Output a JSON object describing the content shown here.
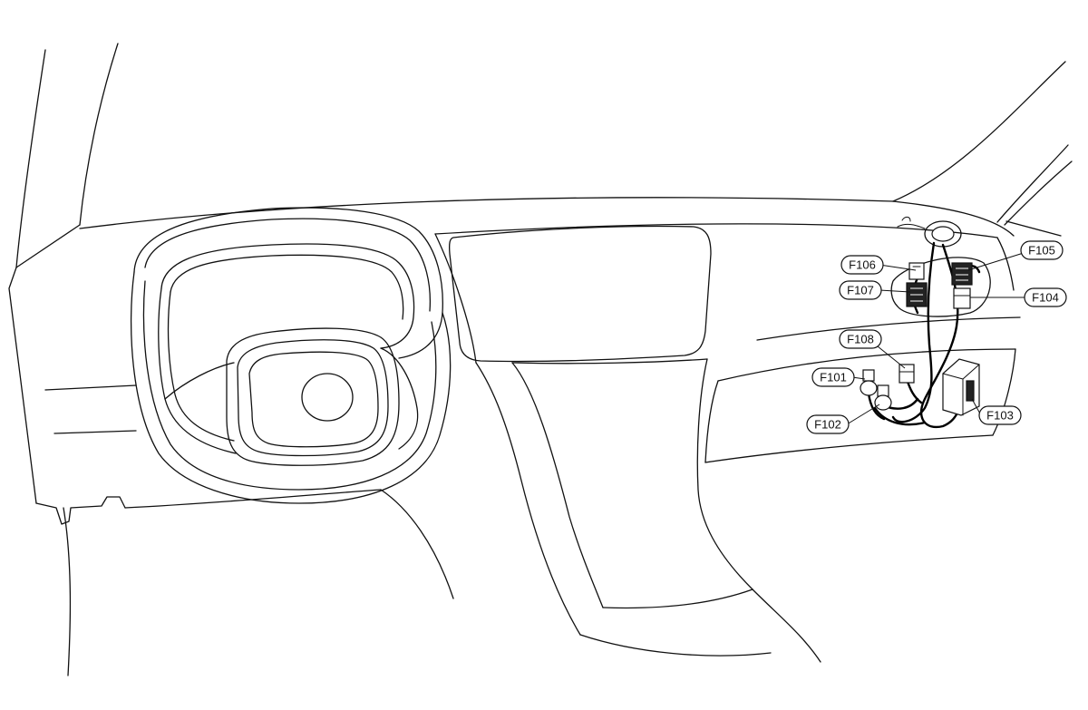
{
  "diagram": {
    "callouts": [
      {
        "id": "F101",
        "label": "F101"
      },
      {
        "id": "F102",
        "label": "F102"
      },
      {
        "id": "F103",
        "label": "F103"
      },
      {
        "id": "F104",
        "label": "F104"
      },
      {
        "id": "F105",
        "label": "F105"
      },
      {
        "id": "F106",
        "label": "F106"
      },
      {
        "id": "F107",
        "label": "F107"
      },
      {
        "id": "F108",
        "label": "F108"
      }
    ]
  },
  "colors": {
    "line": "#111111",
    "background": "#ffffff"
  }
}
